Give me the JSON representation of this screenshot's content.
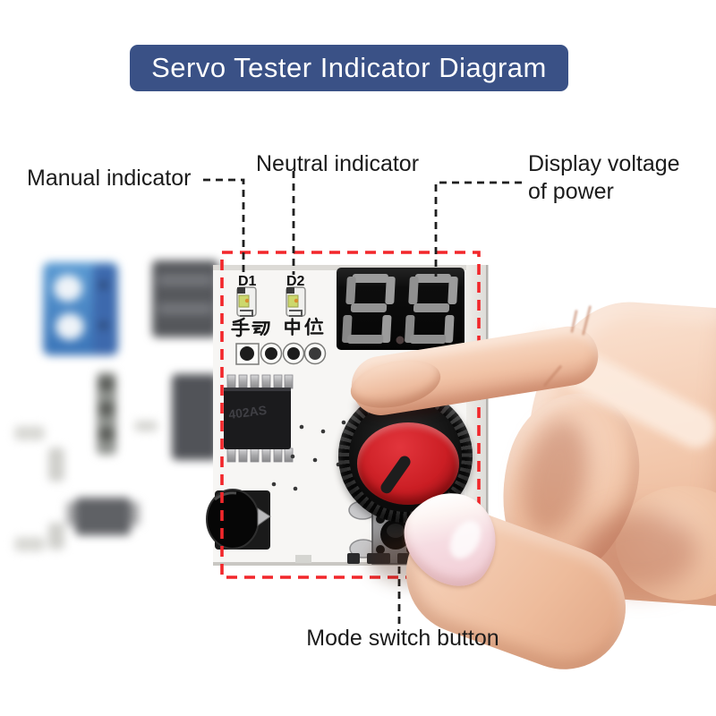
{
  "title": {
    "banner": "Servo Tester Indicator Diagram"
  },
  "callouts": {
    "manual": "Manual indicator",
    "neutral": "Neutral indicator",
    "display_voltage_line1": "Display voltage",
    "display_voltage_line2": "of power",
    "mode_switch": "Mode switch button"
  },
  "board": {
    "led1_ref": "D1",
    "led2_ref": "D2",
    "led1_label_cn": "手动",
    "led2_label_cn": "中位",
    "ic_marking": "402AS",
    "display_segments": "88"
  },
  "colors": {
    "banner_bg": "#3a5186",
    "banner_text": "#ffffff",
    "callout_text": "#1b1b1b",
    "highlight_box_red": "#f2272b",
    "connector_black": "#1f1f1f",
    "knob_cap_red": "#cb1e24",
    "display_body": "#0d0d0d",
    "display_segment": "#9b9b9b"
  }
}
